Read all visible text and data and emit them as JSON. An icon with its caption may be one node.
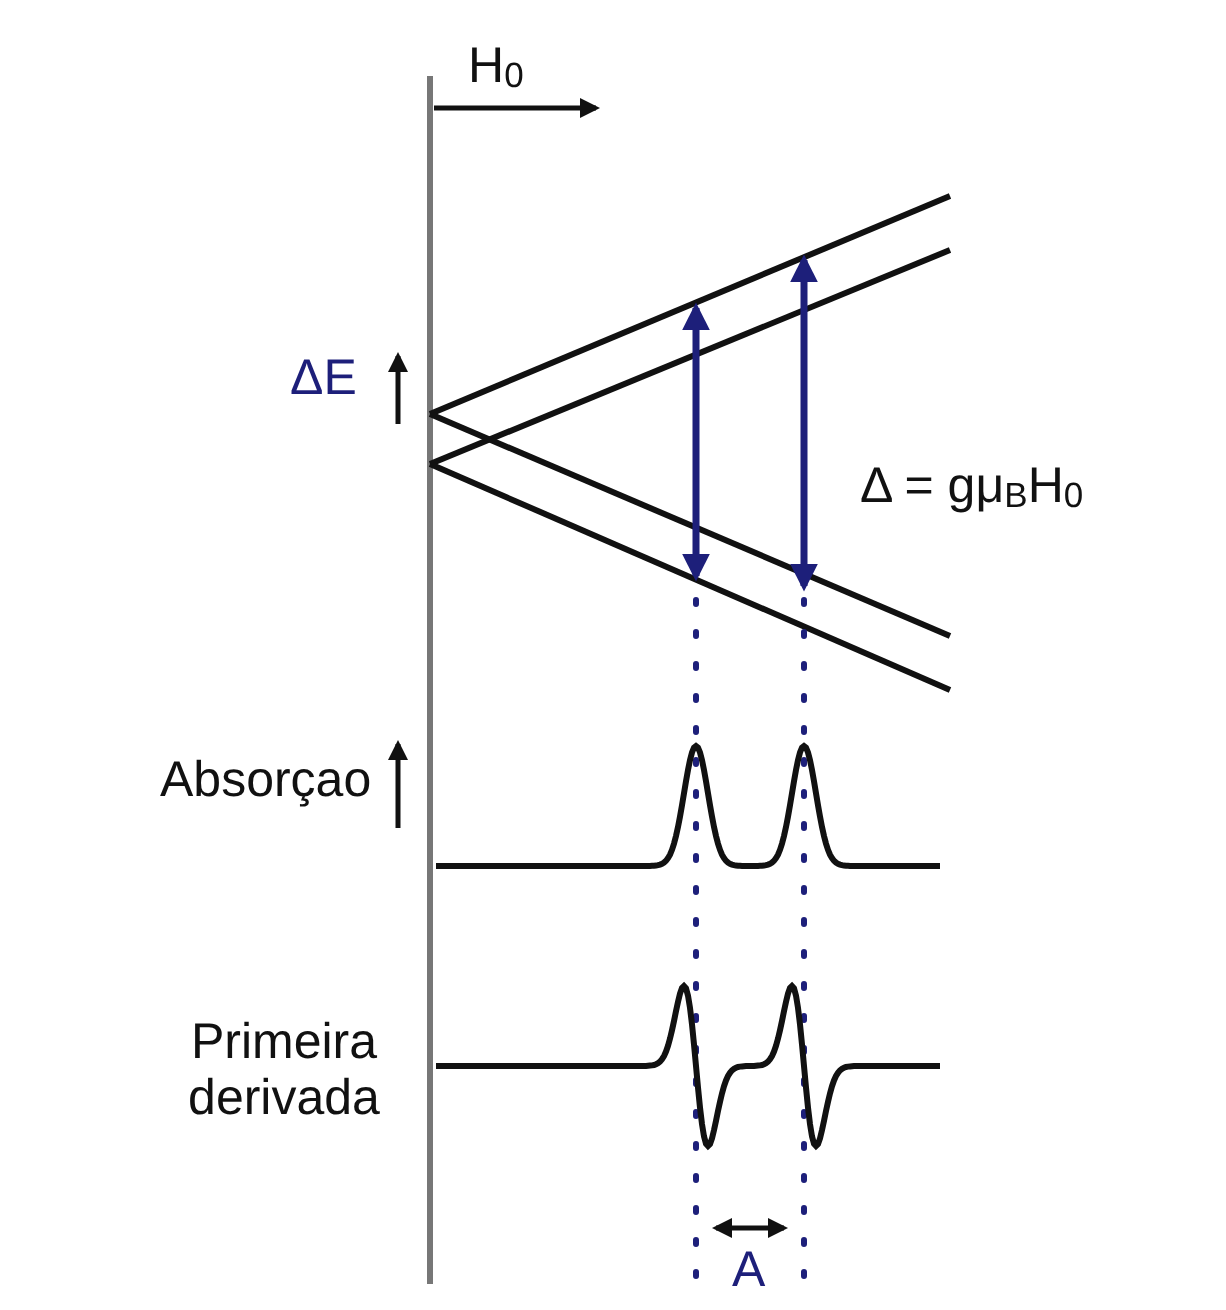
{
  "diagram": {
    "labels": [
      "H$_{0}$",
      "ΔE",
      "Δ = gμ$_{B}$H$_{0}$",
      "Absorçao",
      "Primeira derivada",
      "A"
    ]
  }
}
